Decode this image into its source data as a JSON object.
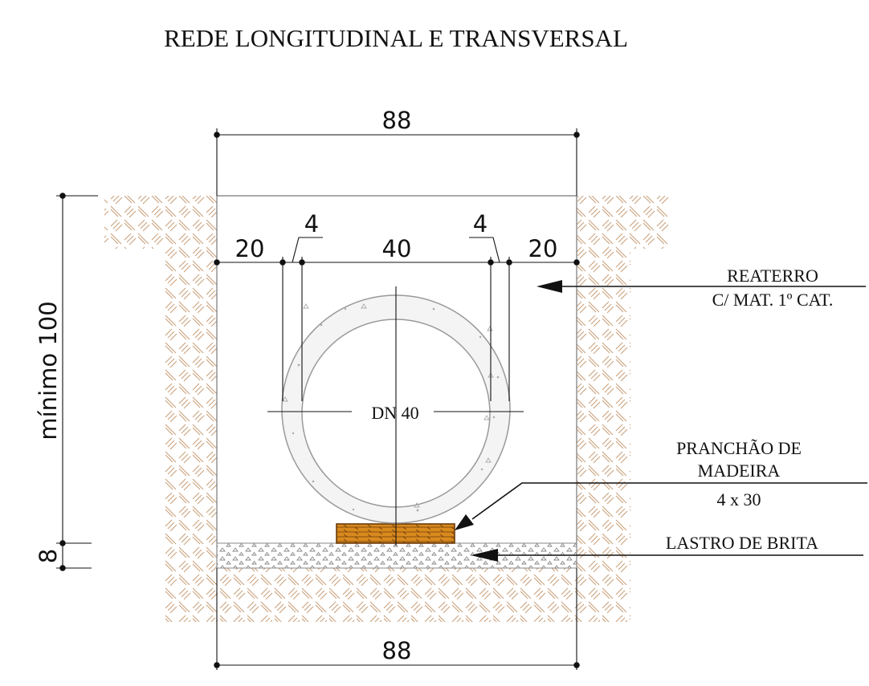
{
  "title": "REDE LONGITUDINAL E TRANSVERSAL",
  "dimensions": {
    "top_width": "88",
    "bottom_width": "88",
    "left_clearance": "20",
    "right_clearance": "20",
    "inner_diameter": "40",
    "left_wall": "4",
    "right_wall": "4",
    "min_depth": "mínimo 100",
    "base_thickness": "8"
  },
  "pipe": {
    "label": "DN 40"
  },
  "callouts": {
    "reaterro_line1": "REATERRO",
    "reaterro_line2": "C/ MAT. 1º CAT.",
    "pranchao_line1": "PRANCHÃO DE",
    "pranchao_line2": "MADEIRA",
    "pranchao_size": "4 x 30",
    "lastro": "LASTRO DE BRITA"
  },
  "colors": {
    "soil": "#c9a07a",
    "wood_fill": "#d98a1e",
    "wood_stroke": "#6b3a0a",
    "gravel": "#888888",
    "line": "#111111"
  }
}
